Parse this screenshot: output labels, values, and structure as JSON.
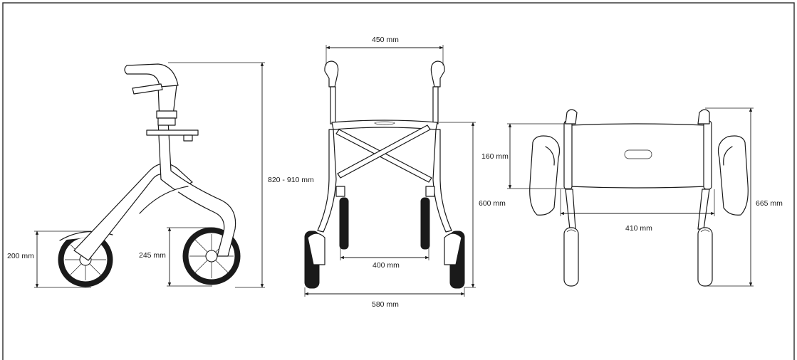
{
  "colors": {
    "line": "#1a1a1a",
    "background": "#ffffff",
    "frame": "#2a2a2a"
  },
  "dimensions": {
    "top_width": "450 mm",
    "handle_height": "820 - 910 mm",
    "front_wheel_height": "200 mm",
    "rear_wheel_height": "245 mm",
    "inner_wheel_width": "400 mm",
    "total_width": "580 mm",
    "seat_height": "600 mm",
    "seat_depth": "160 mm",
    "seat_width": "410 mm",
    "total_depth": "665 mm"
  }
}
